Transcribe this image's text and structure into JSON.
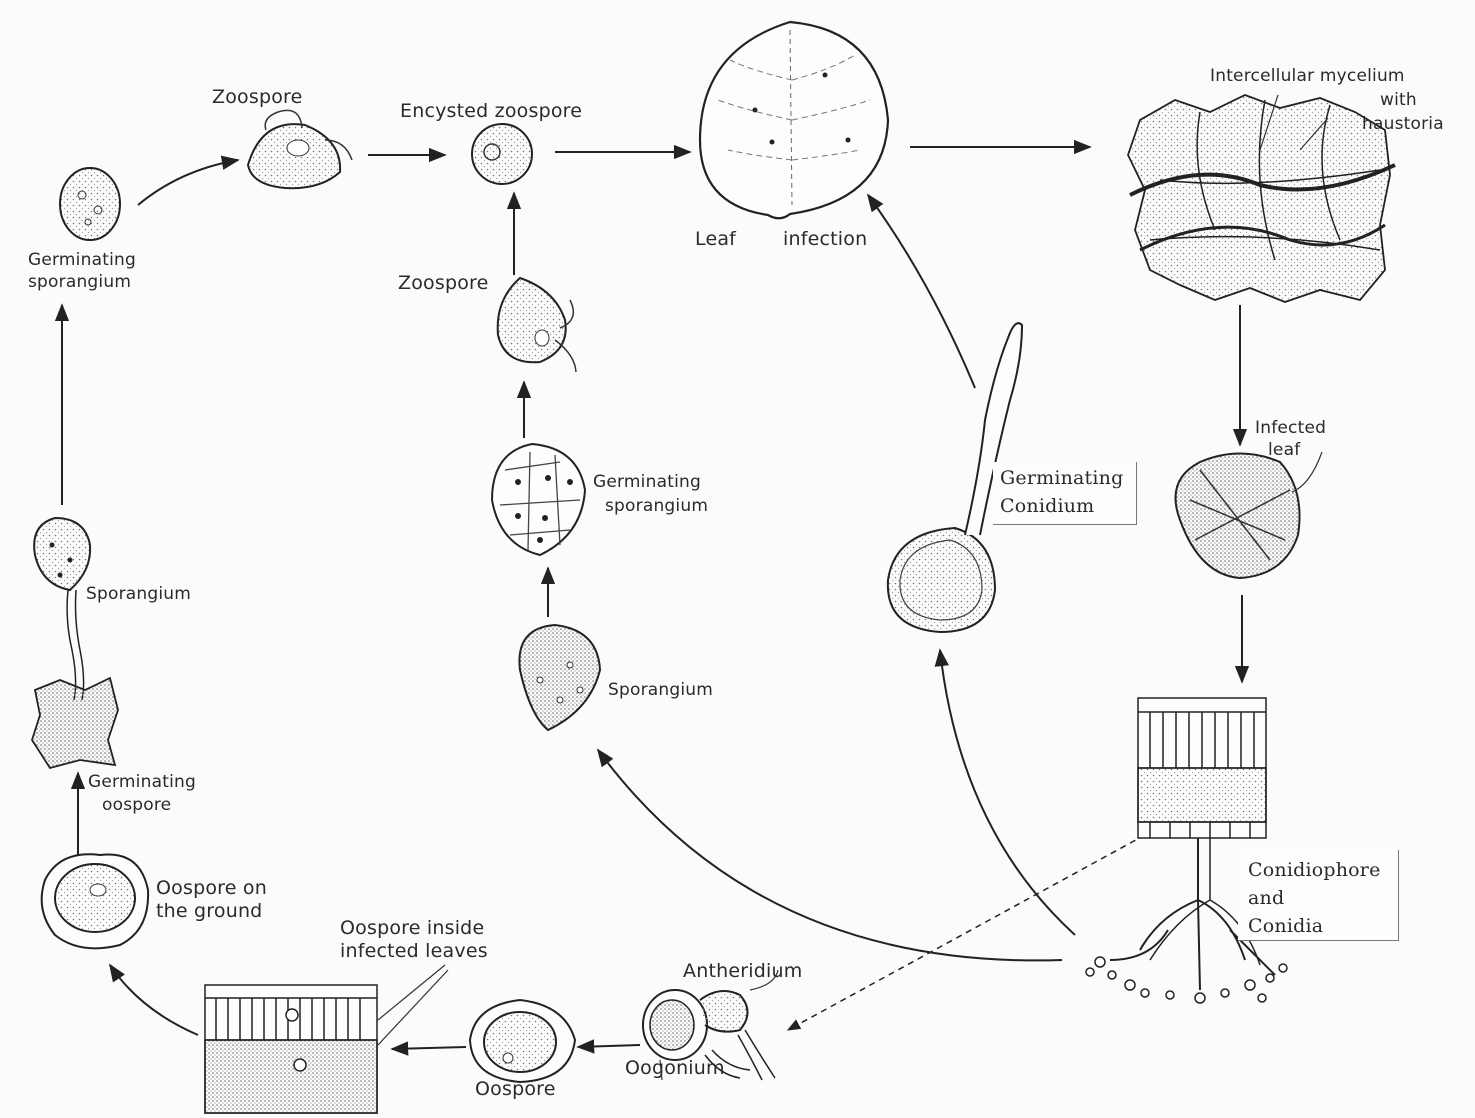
{
  "labels": {
    "zoospore_top": "Zoospore",
    "encysted_zoospore": "Encysted zoospore",
    "leaf": "Leaf",
    "infection": "infection",
    "intercellular_1": "Intercellular mycelium",
    "intercellular_2": "with",
    "intercellular_3": "haustoria",
    "germinating_sporangium_left_1": "Germinating",
    "germinating_sporangium_left_2": "sporangium",
    "zoospore_mid": "Zoospore",
    "germinating_sporangium_mid_1": "Germinating",
    "germinating_sporangium_mid_2": "sporangium",
    "germinating_conidium_1": "Germinating",
    "germinating_conidium_2": "Conidium",
    "infected_leaf_1": "Infected",
    "infected_leaf_2": "leaf",
    "sporangium_left": "Sporangium",
    "sporangium_mid": "Sporangium",
    "germinating_oospore_1": "Germinating",
    "germinating_oospore_2": "oospore",
    "oospore_ground_1": "Oospore on",
    "oospore_ground_2": "the ground",
    "oospore_inside_1": "Oospore inside",
    "oospore_inside_2": "infected leaves",
    "antheridium": "Antheridium",
    "oogonium": "Oogonium",
    "oospore": "Oospore",
    "conidiophore_1": "Conidiophore",
    "conidiophore_2": "and",
    "conidiophore_3": "Conidia"
  }
}
